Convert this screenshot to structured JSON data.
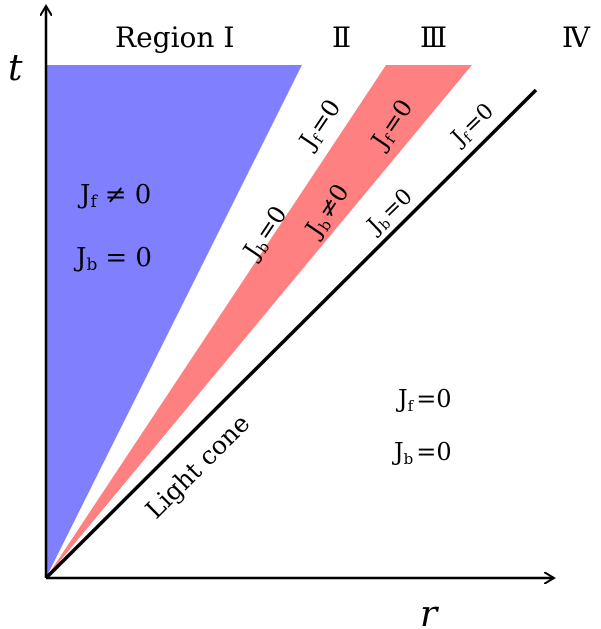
{
  "axes": {
    "x_label": "r",
    "y_label": "t"
  },
  "regions": [
    {
      "id": "I",
      "header": "Region I",
      "color": "#8080ff",
      "current_f": "J",
      "current_f_sub": "f",
      "current_f_rel": "≠ 0",
      "current_b": "J",
      "current_b_sub": "b",
      "current_b_rel": "= 0"
    },
    {
      "id": "II",
      "header": "Ⅱ",
      "color": "#ffffff",
      "current_f": "J",
      "current_f_sub": "f",
      "current_f_rel": "=0",
      "current_b": "J",
      "current_b_sub": "b",
      "current_b_rel": "=0"
    },
    {
      "id": "III",
      "header": "Ⅲ",
      "color": "#ff8080",
      "current_f": "J",
      "current_f_sub": "f",
      "current_f_rel": "=0",
      "current_b": "J",
      "current_b_sub": "b",
      "current_b_rel": "≠0"
    },
    {
      "id": "IV",
      "header": "Ⅳ",
      "color": "#ffffff",
      "current_f": "J",
      "current_f_sub": "f",
      "current_f_rel": "=0",
      "current_b": "J",
      "current_b_sub": "b",
      "current_b_rel": "=0"
    }
  ],
  "light_cone": {
    "label": "Light cone"
  },
  "outside": {
    "current_f": "J",
    "current_f_sub": "f",
    "current_f_rel": "=0",
    "current_b": "J",
    "current_b_sub": "b",
    "current_b_rel": "=0"
  }
}
